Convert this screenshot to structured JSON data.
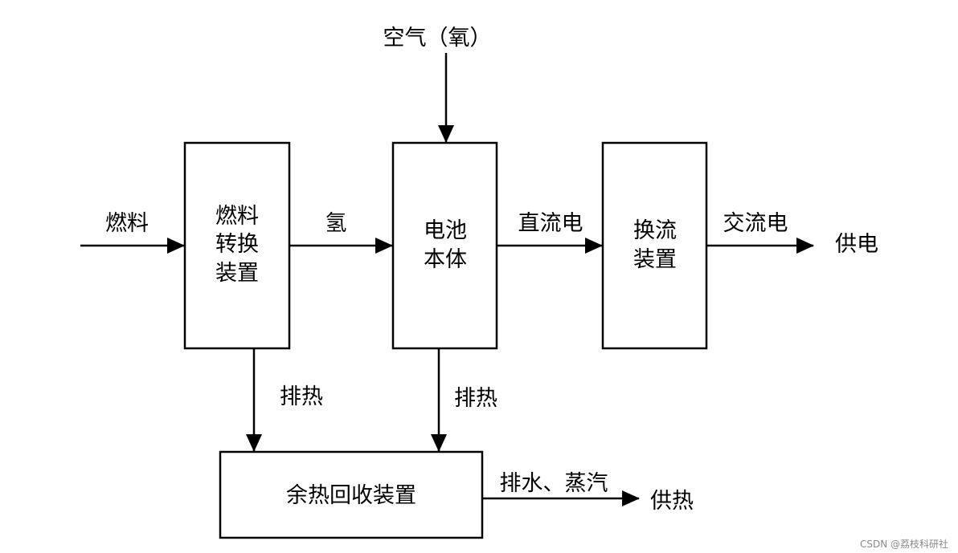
{
  "boxes": {
    "fuel_converter": {
      "lines": [
        "燃料",
        "转换",
        "装置"
      ]
    },
    "cell_body": {
      "lines": [
        "电池",
        "本体"
      ]
    },
    "inverter": {
      "lines": [
        "换流",
        "装置"
      ]
    },
    "heat_recovery": {
      "lines": [
        "余热回收装置"
      ]
    }
  },
  "labels": {
    "air": "空气（氧）",
    "fuel_in": "燃料",
    "hydrogen": "氢",
    "dc": "直流电",
    "ac": "交流电",
    "power_supply": "供电",
    "exhaust_heat_1": "排热",
    "exhaust_heat_2": "排热",
    "water_steam": "排水、蒸汽",
    "heat_supply": "供热"
  },
  "watermark": "CSDN @荔枝科研社"
}
